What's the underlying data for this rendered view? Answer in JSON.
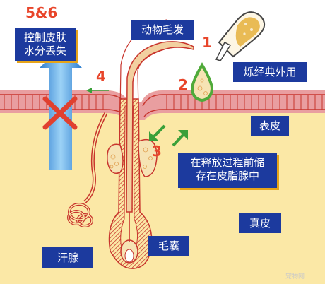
{
  "labels": {
    "animal_hair": "动物毛发",
    "topical_use": "烁经典外用",
    "control_moisture_line1": "控制皮肤",
    "control_moisture_line2": "水分丢失",
    "epidermis": "表皮",
    "storage_line1": "在释放过程前储",
    "storage_line2": "存在皮脂腺中",
    "dermis": "真皮",
    "sweat_gland": "汗腺",
    "hair_follicle": "毛囊"
  },
  "steps": {
    "step_1": "1",
    "step_2": "2",
    "step_3": "3",
    "step_4": "4",
    "step_5_6": "5&6"
  },
  "watermark": "宠物网",
  "colors": {
    "label_bg": "#1c3a9e",
    "label_shadow": "#e6a419",
    "skin_fill": "#fbe8a6",
    "skin_band": "#e99ea0",
    "follicle_red": "#c8352d",
    "gland_fill": "#f6e3b4",
    "droplet_green": "#4faa3a",
    "blue_arrow": "#3f9de0",
    "red_cross": "#e0402f",
    "step_number": "#e8452a"
  }
}
